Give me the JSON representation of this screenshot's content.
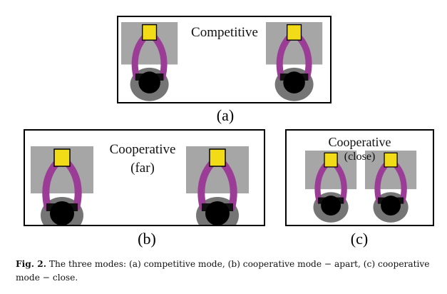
{
  "panels": {
    "a": {
      "title": "Competitive",
      "label": "(a)"
    },
    "b": {
      "title_line1": "Cooperative",
      "title_line2": "(far)",
      "label": "(b)"
    },
    "c": {
      "title_line1": "Cooperative",
      "title_line2": "(close)",
      "label": "(c)"
    }
  },
  "caption": {
    "figure_label": "Fig. 2.",
    "text": " The three modes: (a) competitive mode, (b) cooperative mode − apart, (c) cooperative mode − close."
  },
  "colors": {
    "table": "#a6a6a6",
    "tablet": "#f2dc18",
    "arm": "#9b3d97",
    "head": "#000000",
    "shadow": "#757575"
  }
}
